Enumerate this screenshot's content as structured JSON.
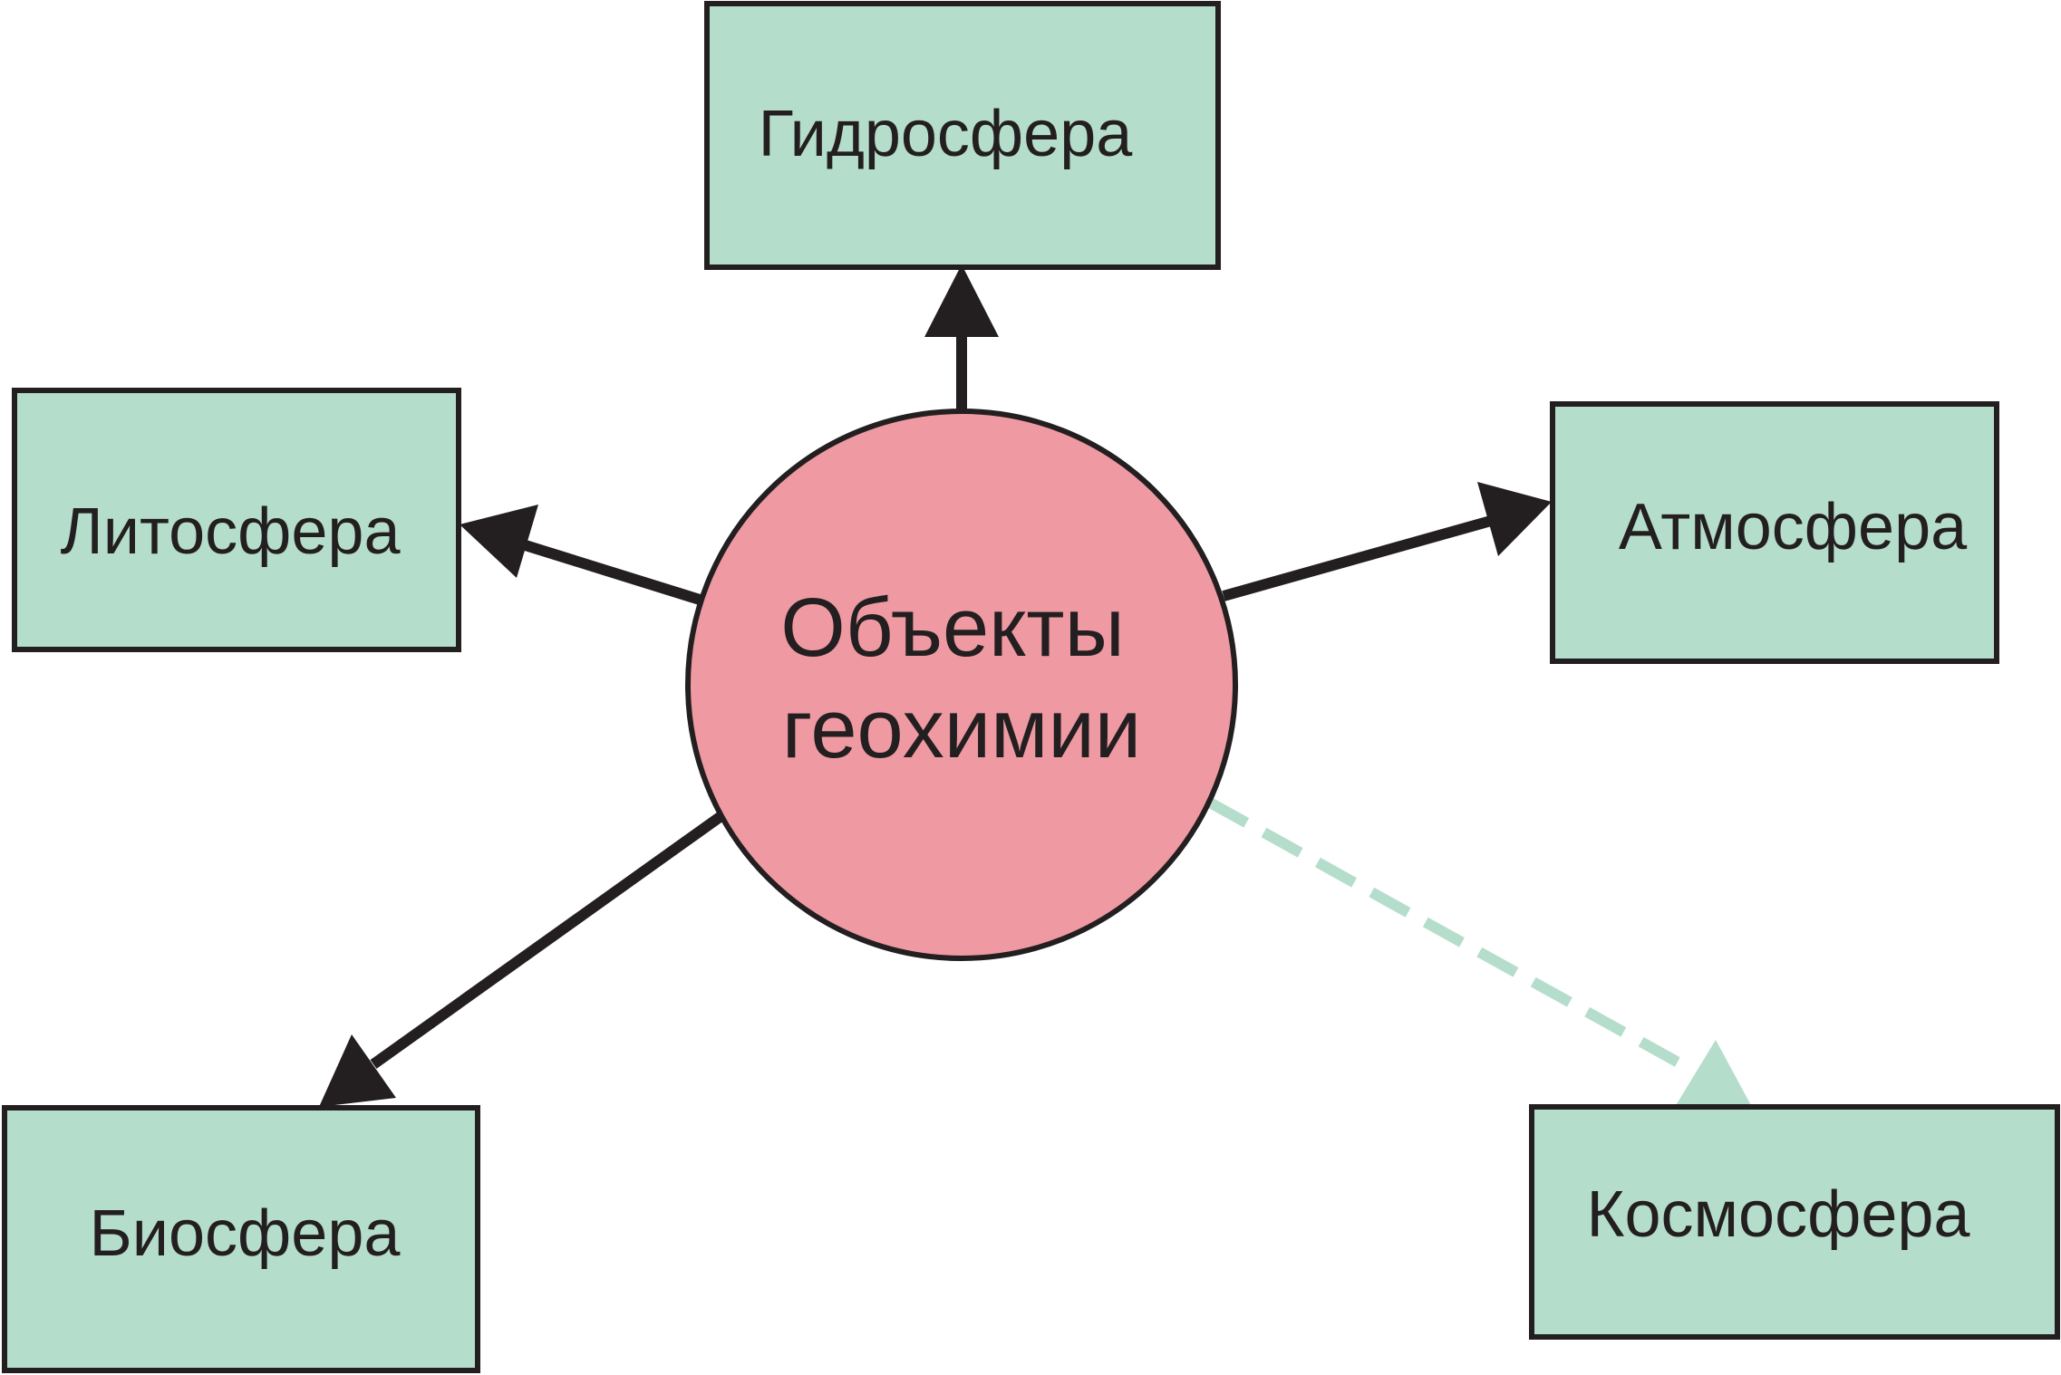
{
  "center": {
    "line1": "Объекты",
    "line2": "геохимии"
  },
  "nodes": {
    "hydrosphere": "Гидросфера",
    "lithosphere": "Литосфера",
    "atmosphere": "Атмосфера",
    "biosphere": "Биосфера",
    "cosmosphere": "Космосфера"
  },
  "colors": {
    "box_fill": "#b5ddcb",
    "circle_fill": "#ef9aa2",
    "stroke": "#231f20",
    "dashed_arrow": "#b5ddcb"
  }
}
